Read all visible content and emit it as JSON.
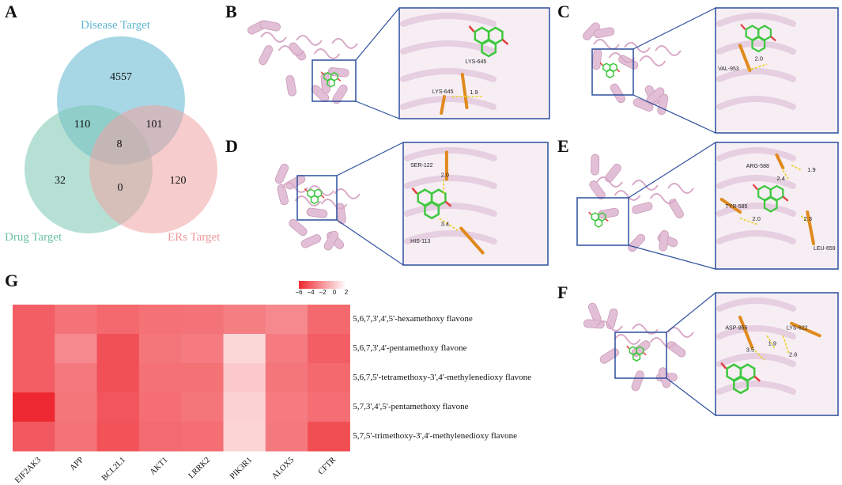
{
  "panels": {
    "a": "A",
    "b": "B",
    "c": "C",
    "d": "D",
    "e": "E",
    "f": "F",
    "g": "G"
  },
  "venn": {
    "labels": {
      "disease": "Disease Target",
      "drug": "Drug Target",
      "ers": "ERs Target"
    },
    "counts": {
      "disease_only": "4557",
      "drug_only": "32",
      "ers_only": "120",
      "disease_drug": "110",
      "disease_ers": "101",
      "drug_ers": "0",
      "all": "8"
    },
    "colors": {
      "disease": "#5fb6cf",
      "drug": "#7cc7b2",
      "ers": "#f0a3a3"
    }
  },
  "docking": {
    "b": {
      "residues": [
        "LYS-645",
        "LYS-645"
      ],
      "distances": [
        "1.9"
      ]
    },
    "c": {
      "residues": [
        "VAL-953"
      ],
      "distances": [
        "2.0"
      ]
    },
    "d": {
      "residues": [
        "SER-122",
        "HIS-113"
      ],
      "distances": [
        "2.0",
        "3.4"
      ]
    },
    "e": {
      "residues": [
        "ARG-588",
        "TYR-585",
        "LEU-659"
      ],
      "distances": [
        "2.4",
        "1.9",
        "2.0",
        "2.3"
      ]
    },
    "f": {
      "residues": [
        "ASP-955",
        "LYS-622"
      ],
      "distances": [
        "3.5",
        "1.9",
        "2.6"
      ]
    }
  },
  "chart_data": {
    "type": "heatmap",
    "rows": [
      "5,6,7,3',4',5'-hexamethoxy flavone",
      "5,6,7,3',4'-pentamethoxy flavone",
      "5,6,7,5'-tetramethoxy-3',4'-methylenedioxy flavone",
      "5,7,3',4',5'-pentamethoxy flavone",
      "5,7,5'-trimethoxy-3',4'-methylenedioxy flavone"
    ],
    "columns": [
      "EIF2AK3",
      "APP",
      "BCL2L1",
      "AKT1",
      "LRRK2",
      "PIK3R1",
      "ALOX5",
      "CFTR"
    ],
    "values": [
      [
        -4.0,
        -3.2,
        -3.6,
        -3.3,
        -3.2,
        -2.8,
        -2.4,
        -3.6
      ],
      [
        -4.0,
        -2.4,
        -4.5,
        -3.1,
        -2.9,
        0.5,
        -2.9,
        -4.0
      ],
      [
        -4.0,
        -3.0,
        -4.5,
        -3.3,
        -3.3,
        0.0,
        -3.1,
        -3.6
      ],
      [
        -6.0,
        -3.1,
        -4.3,
        -3.4,
        -3.1,
        0.3,
        -2.9,
        -3.4
      ],
      [
        -4.2,
        -3.2,
        -4.4,
        -3.5,
        -3.4,
        0.4,
        -3.0,
        -4.6
      ]
    ],
    "colorbar": {
      "ticks": [
        "−6",
        "−4",
        "−2",
        "0",
        "2"
      ],
      "range": [
        -6,
        2
      ]
    }
  }
}
